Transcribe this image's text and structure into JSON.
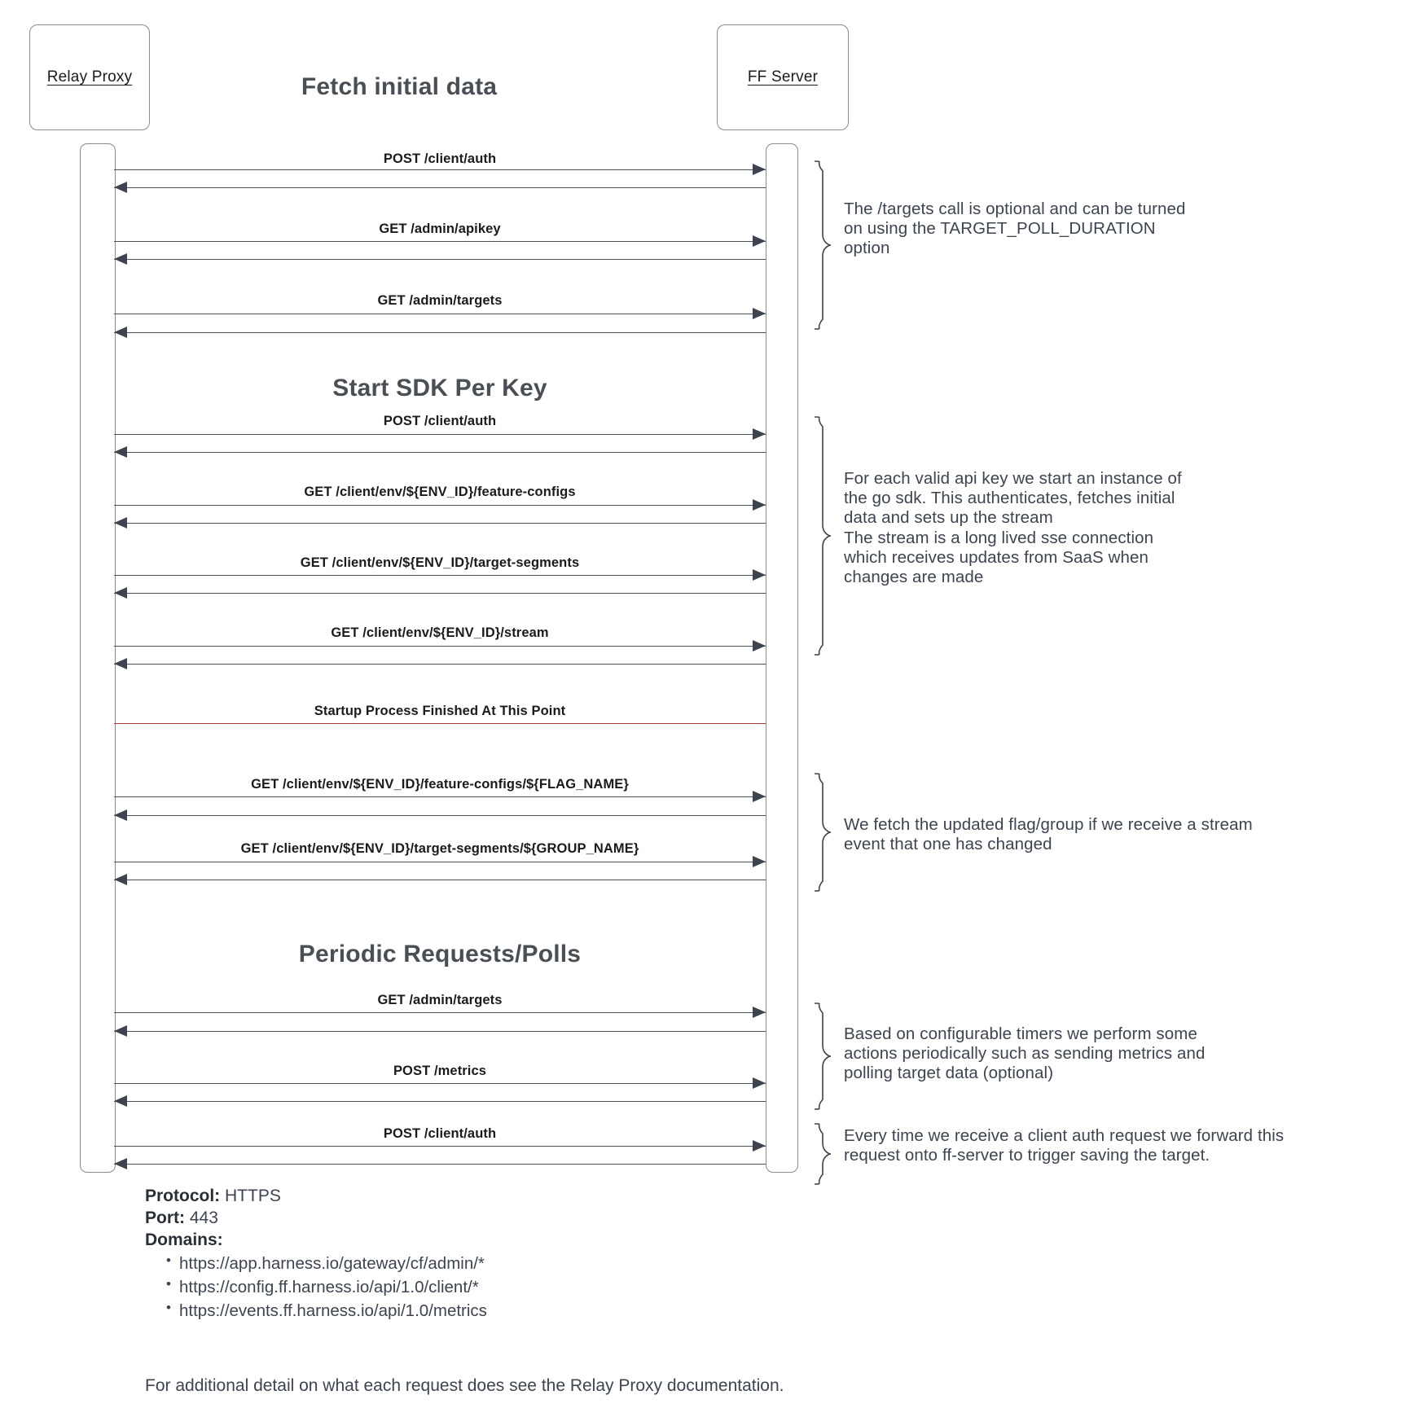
{
  "actors": [
    {
      "name": "relay-proxy",
      "label": "Relay Proxy"
    },
    {
      "name": "ff-server",
      "label": "FF Server"
    }
  ],
  "sections": [
    {
      "title": "Fetch initial data"
    },
    {
      "title": "Start SDK Per Key"
    },
    {
      "title": "Periodic Requests/Polls"
    }
  ],
  "messages": [
    {
      "label": "POST /client/auth"
    },
    {
      "label": "GET /admin/apikey"
    },
    {
      "label": "GET /admin/targets"
    },
    {
      "label": "POST /client/auth"
    },
    {
      "label": "GET /client/env/${ENV_ID}/feature-configs"
    },
    {
      "label": "GET /client/env/${ENV_ID}/target-segments"
    },
    {
      "label": "GET /client/env/${ENV_ID}/stream"
    },
    {
      "label": "GET /client/env/${ENV_ID}/feature-configs/${FLAG_NAME}"
    },
    {
      "label": "GET /client/env/${ENV_ID}/target-segments/${GROUP_NAME}"
    },
    {
      "label": "GET /admin/targets"
    },
    {
      "label": "POST /metrics"
    },
    {
      "label": "POST /client/auth"
    }
  ],
  "divider": {
    "label": "Startup Process Finished At This Point",
    "color": "#b03a3a"
  },
  "notes": [
    {
      "name": "note-targets-optional",
      "text": "The /targets call is optional and can be turned\non using the TARGET_POLL_DURATION\noption"
    },
    {
      "name": "note-go-sdk",
      "text": "For each valid api key we start an instance of\nthe go sdk. This authenticates, fetches initial\ndata and sets up the stream\nThe stream is a long lived sse connection\nwhich receives updates from SaaS when\nchanges are made"
    },
    {
      "name": "note-stream-update",
      "text": "We fetch the updated flag/group if we receive a stream\nevent that one has changed"
    },
    {
      "name": "note-periodic-timers",
      "text": "Based on configurable timers we perform some\nactions periodically such as sending metrics and\npolling target data (optional)"
    },
    {
      "name": "note-client-auth-forward",
      "text": "Every time we receive a client auth request we forward this\nrequest onto ff-server to trigger saving the target."
    }
  ],
  "footer": {
    "protocol_label": "Protocol:",
    "protocol_value": "HTTPS",
    "port_label": "Port:",
    "port_value": "443",
    "domains_label": "Domains:",
    "domains": [
      "https://app.harness.io/gateway/cf/admin/*",
      "https://config.ff.harness.io/api/1.0/client/*",
      "https://events.ff.harness.io/api/1.0/metrics"
    ],
    "note": "For additional detail on what each request does see the Relay Proxy documentation."
  },
  "colors": {
    "accent_red": "#b03a3a",
    "line": "#4a4f56",
    "title": "#4a4f56",
    "box_border": "#8a8a8a"
  }
}
